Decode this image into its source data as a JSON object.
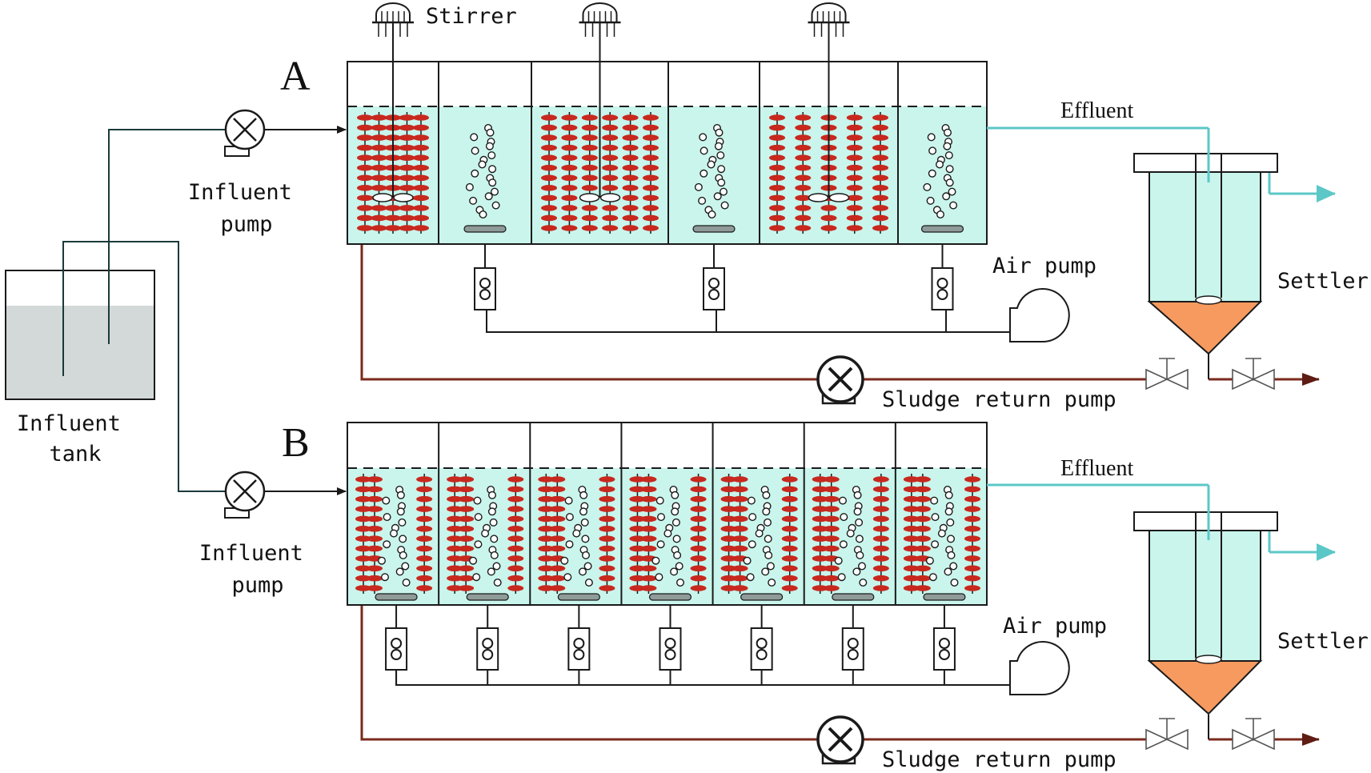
{
  "labels": {
    "influent_tank": [
      "Influent",
      "tank"
    ],
    "stirrer": "Stirrer",
    "panel_a": "A",
    "panel_b": "B",
    "influent_pump_a": [
      "Influent",
      "pump"
    ],
    "influent_pump_b": [
      "Influent",
      "pump"
    ],
    "air_pump_a": "Air pump",
    "air_pump_b": "Air pump",
    "effluent_a": "Effluent",
    "effluent_b": "Effluent",
    "settler_a": "Settler",
    "settler_b": "Settler",
    "sludge_return_a": "Sludge return pump",
    "sludge_return_b": "Sludge return pump"
  },
  "colors": {
    "water": "#c9f5ec",
    "tank_liquid": "#d3d8d8",
    "carrier": "#c8281e",
    "sludge_line": "#7a2a1e",
    "effluent_line": "#5cc7c7",
    "settler_cone": "#f79a5f",
    "diffuser": "#8f9b98",
    "stroke": "#1a1a1a"
  },
  "reactor_a": {
    "compartments": [
      "packed-stirred",
      "aerated",
      "packed-stirred",
      "aerated",
      "packed-stirred",
      "aerated"
    ]
  },
  "reactor_b": {
    "compartments": [
      "packed-aerated",
      "packed-aerated",
      "packed-aerated",
      "packed-aerated",
      "packed-aerated",
      "packed-aerated",
      "packed-aerated"
    ]
  }
}
